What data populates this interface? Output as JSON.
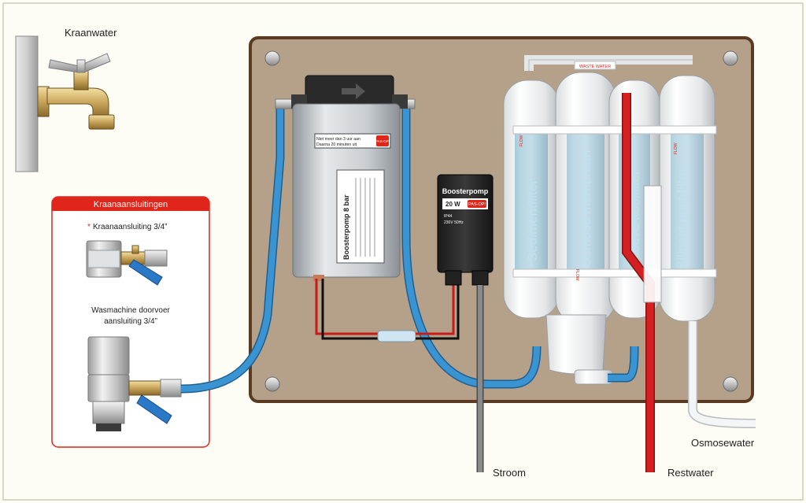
{
  "labels": {
    "tap": "Kraanwater",
    "card_title": "Kraanaansluitingen",
    "tap_conn": "Kraanaansluiting 3/4”",
    "tap_conn_marker": "*",
    "washer_line1": "Wasmachine doorvoer",
    "washer_line2": "aansluiting 3/4”",
    "power": "Stroom",
    "waste": "Restwater",
    "osmosis_water": "Osmosewater"
  },
  "pump": {
    "name": "Boosterpomp 8 bar",
    "warning_line1": "Niet meer dan 3 uur aan",
    "warning_line2": "Daarna 20 minuten uit",
    "brand": "PAS-OP!"
  },
  "transformer": {
    "name": "Boosterpomp",
    "power": "20 W",
    "brand": "PAS-OP!",
    "ip": "IP44",
    "voltage": "230V 50Hz"
  },
  "filters": [
    {
      "name": "Sedimentfilter"
    },
    {
      "name": "Osmose membraan"
    },
    {
      "name": "Actieve koolfilter"
    },
    {
      "name": "Silicaat post filter"
    }
  ],
  "filter_tags": {
    "flow": "FLOW",
    "waste_water": "WASTE WATER"
  },
  "colors": {
    "board": "#b5a08a",
    "board_border": "#5a3a20",
    "hose_blue": "#3b94d2",
    "hose_red": "#d42020",
    "accent_red": "#e0251b"
  }
}
